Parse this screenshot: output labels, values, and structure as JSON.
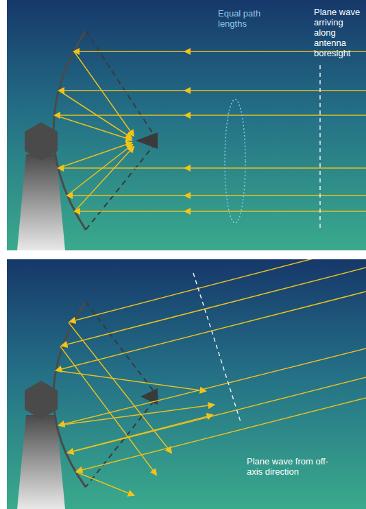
{
  "diagram": {
    "labels": [
      "Equal path lengths",
      "Plane wave arriving along antenna boresight",
      "Plane wave from off-axis direction"
    ]
  }
}
